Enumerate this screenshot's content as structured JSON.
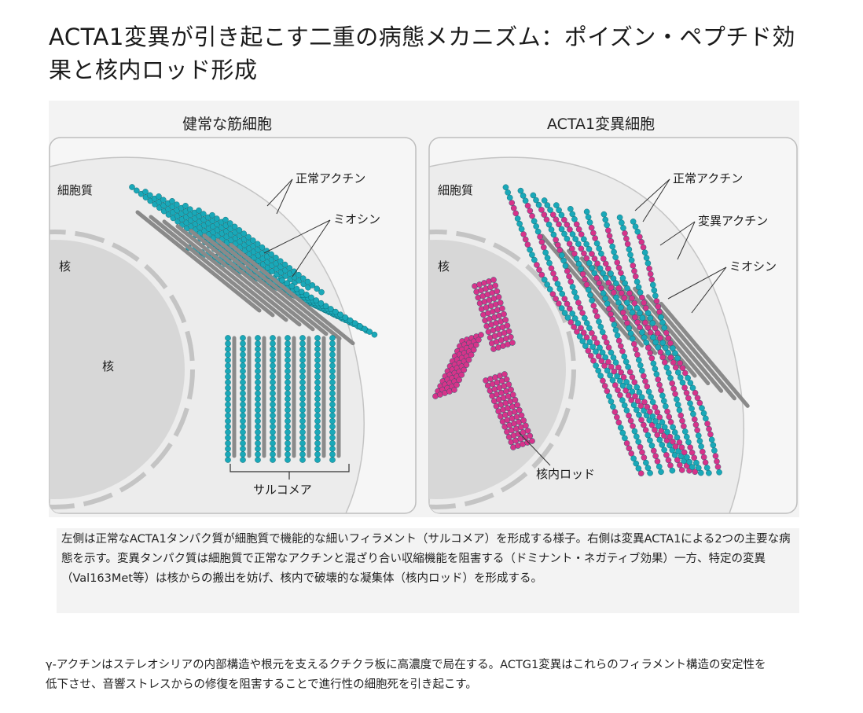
{
  "title": "ACTA1変異が引き起こす二重の病態メカニズム：ポイズン・ペプチド効果と核内ロッド形成",
  "left_panel": {
    "title": "健常な筋細胞",
    "labels": {
      "cytoplasm": "細胞質",
      "nucleus_edge": "核",
      "nucleus": "核",
      "normal_actin": "正常アクチン",
      "myosin": "ミオシン",
      "sarcomere": "サルコメア"
    }
  },
  "right_panel": {
    "title": "ACTA1変異細胞",
    "labels": {
      "cytoplasm": "細胞質",
      "nucleus": "核",
      "normal_actin": "正常アクチン",
      "mutant_actin": "変異アクチン",
      "myosin": "ミオシン",
      "nuclear_rod": "核内ロッド"
    }
  },
  "caption": "左側は正常なACTA1タンパク質が細胞質で機能的な細いフィラメント（サルコメア）を形成する様子。右側は変異ACTA1による2つの主要な病態を示す。変異タンパク質は細胞質で正常なアクチンと混ざり合い収縮機能を阻害する（ドミナント・ネガティブ効果）一方、特定の変異（Val163Met等）は核からの搬出を妨げ、核内で破壊的な凝集体（核内ロッド）を形成する。",
  "body_text": "γ-アクチンはステレオシリアの内部構造や根元を支えるクチクラ板に高濃度で局在する。ACTG1変異はこれらのフィラメント構造の安定性を低下させ、音響ストレスからの修復を阻害することで進行性の細胞死を引き起こす。",
  "colors": {
    "normal_actin": "#1aa8b8",
    "mutant_actin": "#d6338a",
    "myosin": "#8a8a8a"
  }
}
